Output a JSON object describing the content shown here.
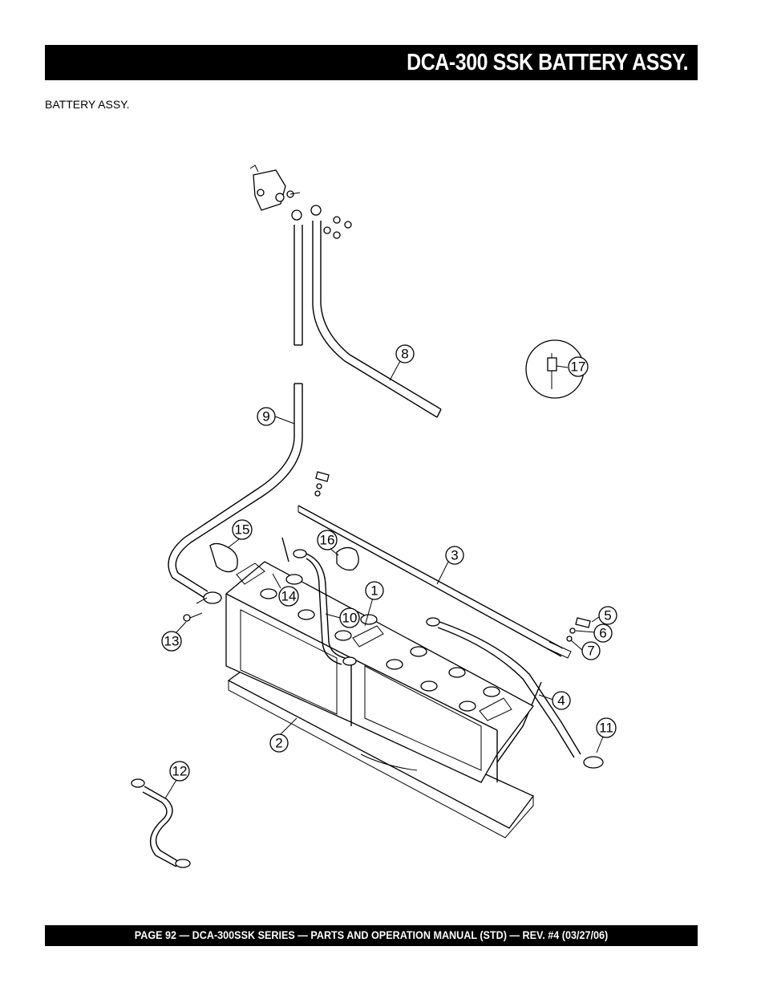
{
  "header": {
    "title": "DCA-300 SSK  BATTERY ASSY."
  },
  "section": {
    "label": "BATTERY ASSY."
  },
  "diagram": {
    "callouts": [
      "1",
      "2",
      "3",
      "4",
      "5",
      "6",
      "7",
      "8",
      "9",
      "10",
      "11",
      "12",
      "13",
      "14",
      "15",
      "16",
      "17"
    ]
  },
  "footer": {
    "text": "PAGE 92 — DCA-300SSK SERIES — PARTS AND OPERATION MANUAL (STD) — REV. #4 (03/27/06)"
  }
}
